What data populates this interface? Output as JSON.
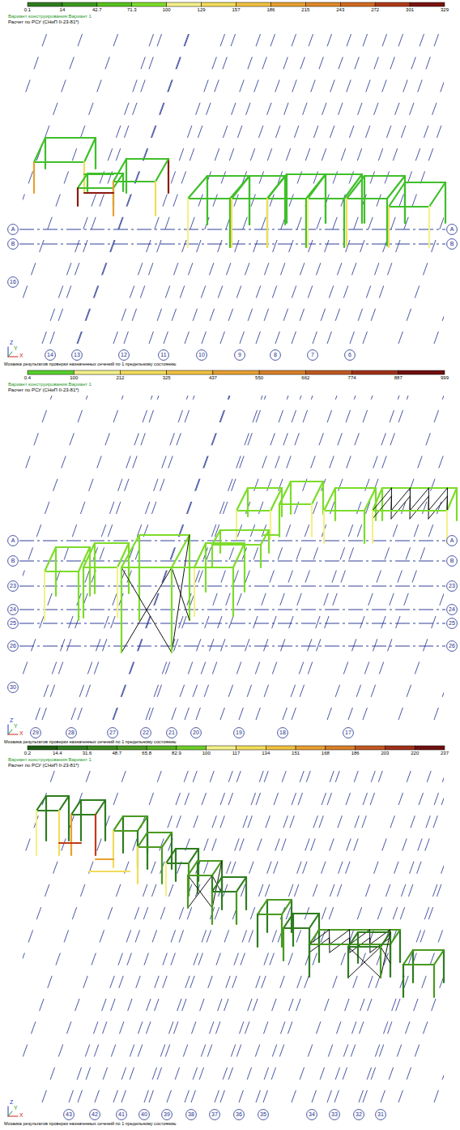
{
  "diagram": {
    "nodes": [
      {
        "text": [
          "A"
        ]
      },
      {
        "text": [
          "A"
        ]
      },
      {
        "text": [
          "B"
        ]
      },
      {
        "text": [
          "B"
        ]
      },
      {
        "text": [
          "16"
        ]
      },
      {
        "text": [
          "14"
        ]
      },
      {
        "text": [
          "13"
        ]
      },
      {
        "text": [
          "12"
        ]
      },
      {
        "text": [
          "11"
        ]
      },
      {
        "text": [
          "10"
        ]
      },
      {
        "text": [
          "9"
        ]
      },
      {
        "text": [
          "8"
        ]
      },
      {
        "text": [
          "7"
        ]
      },
      {
        "text": [
          "6"
        ]
      },
      {
        "text": [
          "A"
        ]
      },
      {
        "text": [
          "A"
        ]
      },
      {
        "text": [
          "B"
        ]
      },
      {
        "text": [
          "B"
        ]
      },
      {
        "text": [
          "23"
        ]
      },
      {
        "text": [
          "23"
        ]
      },
      {
        "text": [
          "24"
        ]
      },
      {
        "text": [
          "24"
        ]
      },
      {
        "text": [
          "25"
        ]
      },
      {
        "text": [
          "25"
        ]
      },
      {
        "text": [
          "26"
        ]
      },
      {
        "text": [
          "26"
        ]
      },
      {
        "text": [
          "30"
        ]
      },
      {
        "text": [
          "29"
        ]
      },
      {
        "text": [
          "28"
        ]
      },
      {
        "text": [
          "27"
        ]
      },
      {
        "text": [
          "22"
        ]
      },
      {
        "text": [
          "21"
        ]
      },
      {
        "text": [
          "20"
        ]
      },
      {
        "text": [
          "19"
        ]
      },
      {
        "text": [
          "18"
        ]
      },
      {
        "text": [
          "17"
        ]
      },
      {
        "text": [
          "43"
        ]
      },
      {
        "text": [
          "42"
        ]
      },
      {
        "text": [
          "41"
        ]
      },
      {
        "text": [
          "40"
        ]
      },
      {
        "text": [
          "39"
        ]
      },
      {
        "text": [
          "38"
        ]
      },
      {
        "text": [
          "37"
        ]
      },
      {
        "text": [
          "36"
        ]
      },
      {
        "text": [
          "35"
        ]
      },
      {
        "text": [
          "34"
        ]
      },
      {
        "text": [
          "33"
        ]
      },
      {
        "text": [
          "32"
        ]
      },
      {
        "text": [
          "31"
        ]
      }
    ],
    "edges": [
      {
        "from": 0,
        "to": 1,
        "arrow": "none"
      },
      {
        "from": 2,
        "to": 3,
        "arrow": "none"
      },
      {
        "from": 14,
        "to": 15,
        "arrow": "none"
      },
      {
        "from": 16,
        "to": 17,
        "arrow": "none"
      },
      {
        "from": 18,
        "to": 19,
        "arrow": "none"
      },
      {
        "from": 20,
        "to": 21,
        "arrow": "none"
      },
      {
        "from": 22,
        "to": 23,
        "arrow": "none"
      },
      {
        "from": 24,
        "to": 25,
        "arrow": "none"
      }
    ],
    "labels": [
      "0.1",
      "14",
      "42.7",
      "71.3",
      "100",
      "129",
      "157",
      "186",
      "215",
      "243",
      "272",
      "301",
      "329",
      "Вариант конструирования:Вариант 1",
      "Расчет по РСУ (СНиП II-23-81*)",
      "Мозаика результатов проверки назначенных сечений по 1 предельному состоянию",
      "Z",
      "Y",
      "X",
      "0.4",
      "100",
      "212",
      "325",
      "437",
      "550",
      "662",
      "774",
      "887",
      "999",
      "Вариант конструирования:Вариант 1",
      "Расчет по РСУ (СНиП II-23-81*)",
      "Мозаика результатов проверки назначенных сечений по 1 предельному состоянию",
      "Z",
      "Y",
      "X",
      "0.2",
      "14.4",
      "31.6",
      "48.7",
      "65.8",
      "82.9",
      "100",
      "117",
      "134",
      "151",
      "168",
      "186",
      "203",
      "220",
      "237",
      "Вариант конструирования:Вариант 1",
      "Расчет по РСУ (СНиП II-23-81*)",
      "Мозаика результатов проверки назначенных сечений по 1 предельному состоянию",
      "Z",
      "Y",
      "X"
    ]
  }
}
